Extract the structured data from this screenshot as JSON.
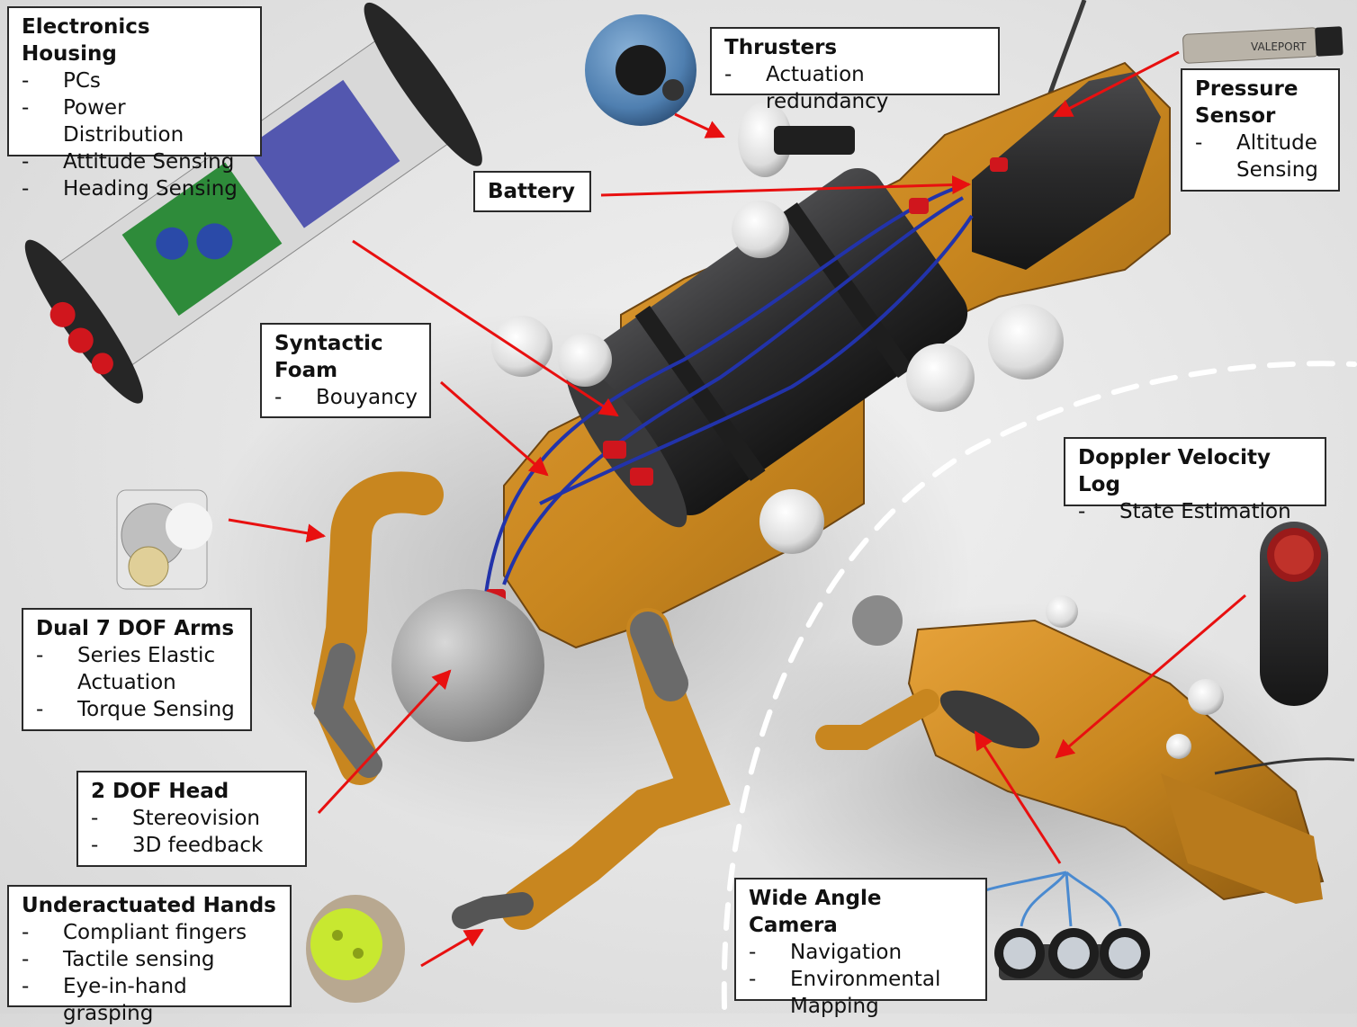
{
  "callouts": [
    {
      "id": "electronics",
      "title": "Electronics Housing",
      "items": [
        "PCs",
        "Power Distribution",
        "Attitude Sensing",
        "Heading Sensing"
      ]
    },
    {
      "id": "thrusters",
      "title": "Thrusters",
      "items": [
        "Actuation redundancy"
      ]
    },
    {
      "id": "battery",
      "title": "Battery",
      "items": []
    },
    {
      "id": "pressure",
      "title": "Pressure Sensor",
      "items": [
        "Altitude Sensing"
      ]
    },
    {
      "id": "foam",
      "title": "Syntactic Foam",
      "items": [
        "Bouyancy"
      ]
    },
    {
      "id": "dvl",
      "title": "Doppler Velocity Log",
      "items": [
        "State Estimation"
      ]
    },
    {
      "id": "arms",
      "title": "Dual 7 DOF Arms",
      "items": [
        "Series Elastic Actuation",
        "Torque Sensing"
      ]
    },
    {
      "id": "head",
      "title": "2 DOF Head",
      "items": [
        "Stereovision",
        "3D feedback"
      ]
    },
    {
      "id": "hands",
      "title": "Underactuated Hands",
      "items": [
        "Compliant fingers",
        "Tactile sensing",
        "Eye-in-hand grasping"
      ]
    },
    {
      "id": "camera",
      "title": "Wide Angle Camera",
      "items": [
        "Navigation",
        "Environmental Mapping"
      ]
    }
  ],
  "dash": "-",
  "sensor_brand": "VALEPORT",
  "colors": {
    "body": "#c8861f",
    "housing": "#2f2f30",
    "arrow": "#e81010",
    "cable": "#2233aa",
    "connector": "#d0161d"
  }
}
